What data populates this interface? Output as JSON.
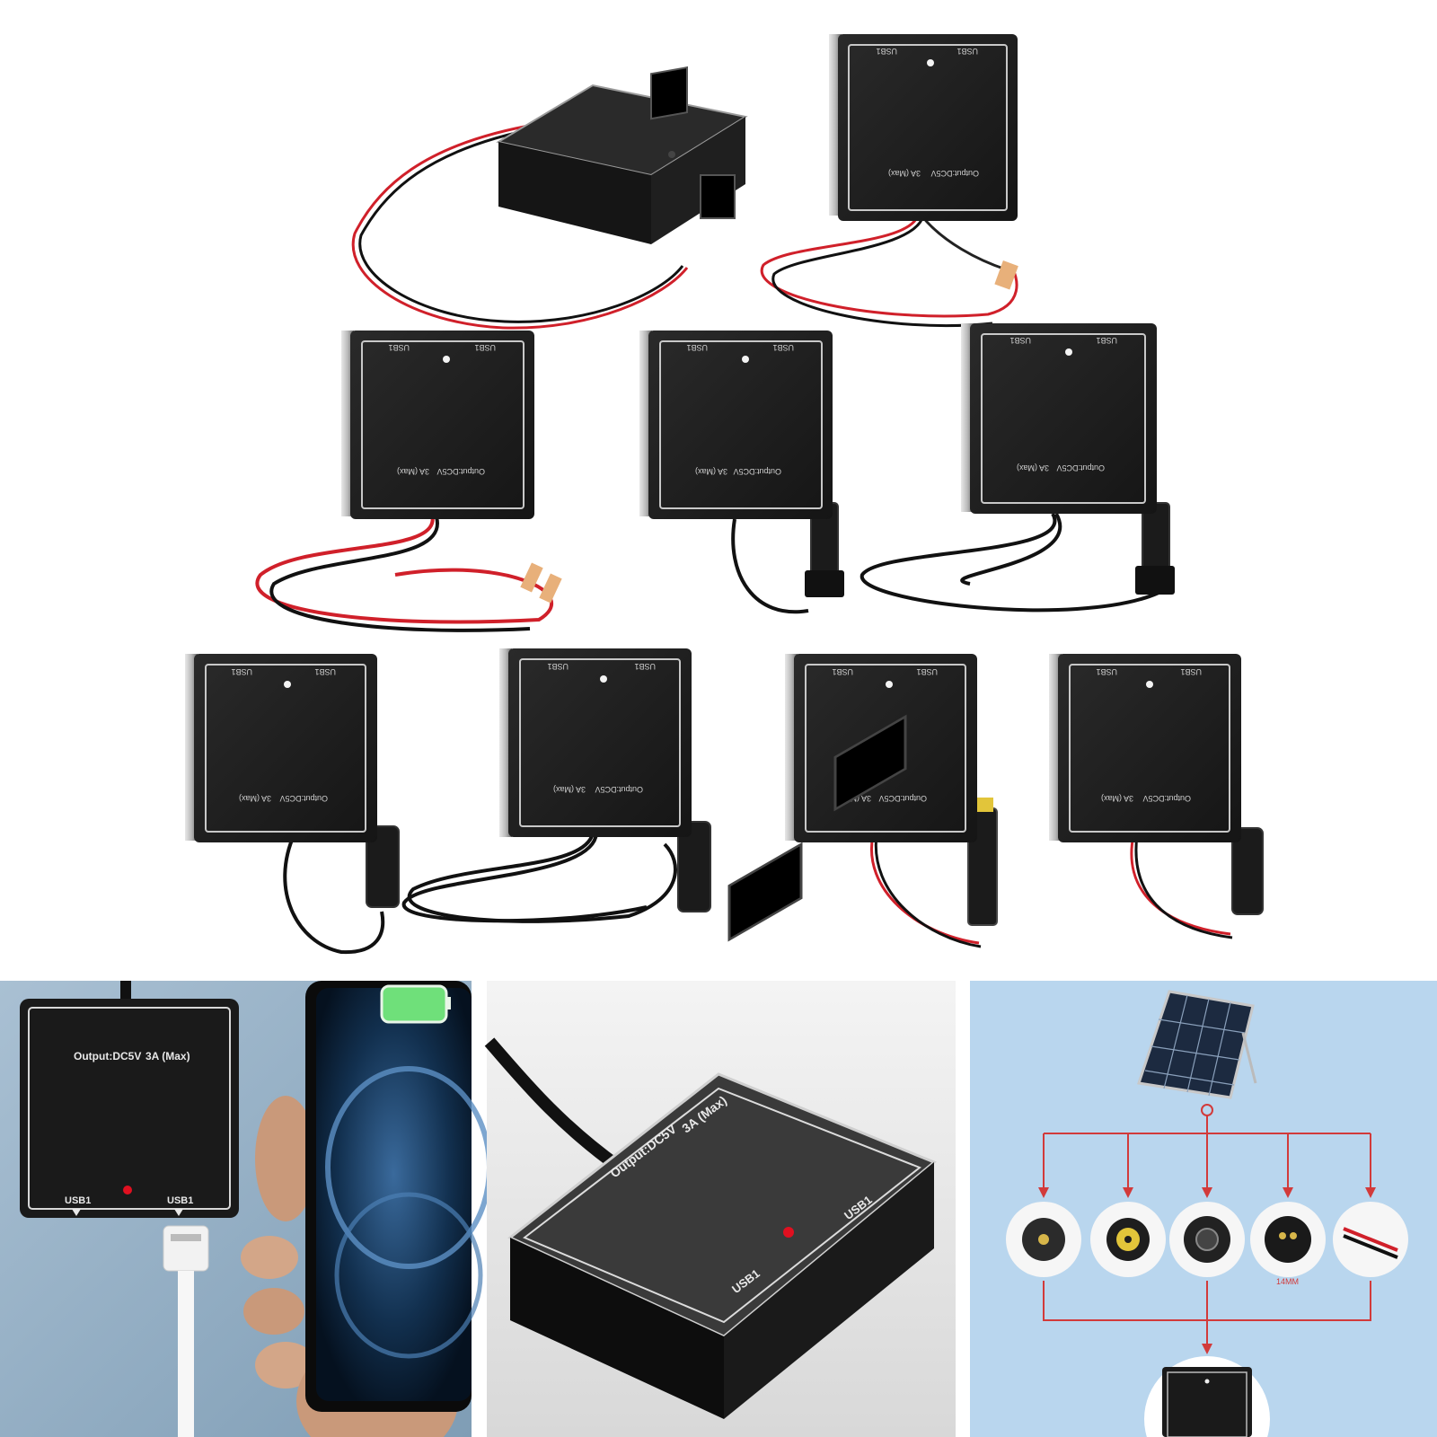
{
  "labels": {
    "usb_port": "USB1",
    "output_spec": "Output:DC5V",
    "output_current": "3A (Max)",
    "cable_size": "14MM"
  },
  "colors": {
    "background": "#ffffff",
    "module_body": "#1c1c1c",
    "module_face": "#222222",
    "module_trim": "#c8c8c8",
    "wire_red": "#d0202a",
    "wire_black": "#111111",
    "indicator_led": "#e01020",
    "panel_wall_blue": "#9fb7cc",
    "diagram_bg": "#b9d6ee",
    "diagram_arrow": "#d23a3a",
    "phone_battery": "#6fe07a"
  },
  "icons": {
    "phone": "smartphone-icon",
    "solar_panel": "solar-panel-icon",
    "usb_cable": "usb-cable-icon"
  }
}
